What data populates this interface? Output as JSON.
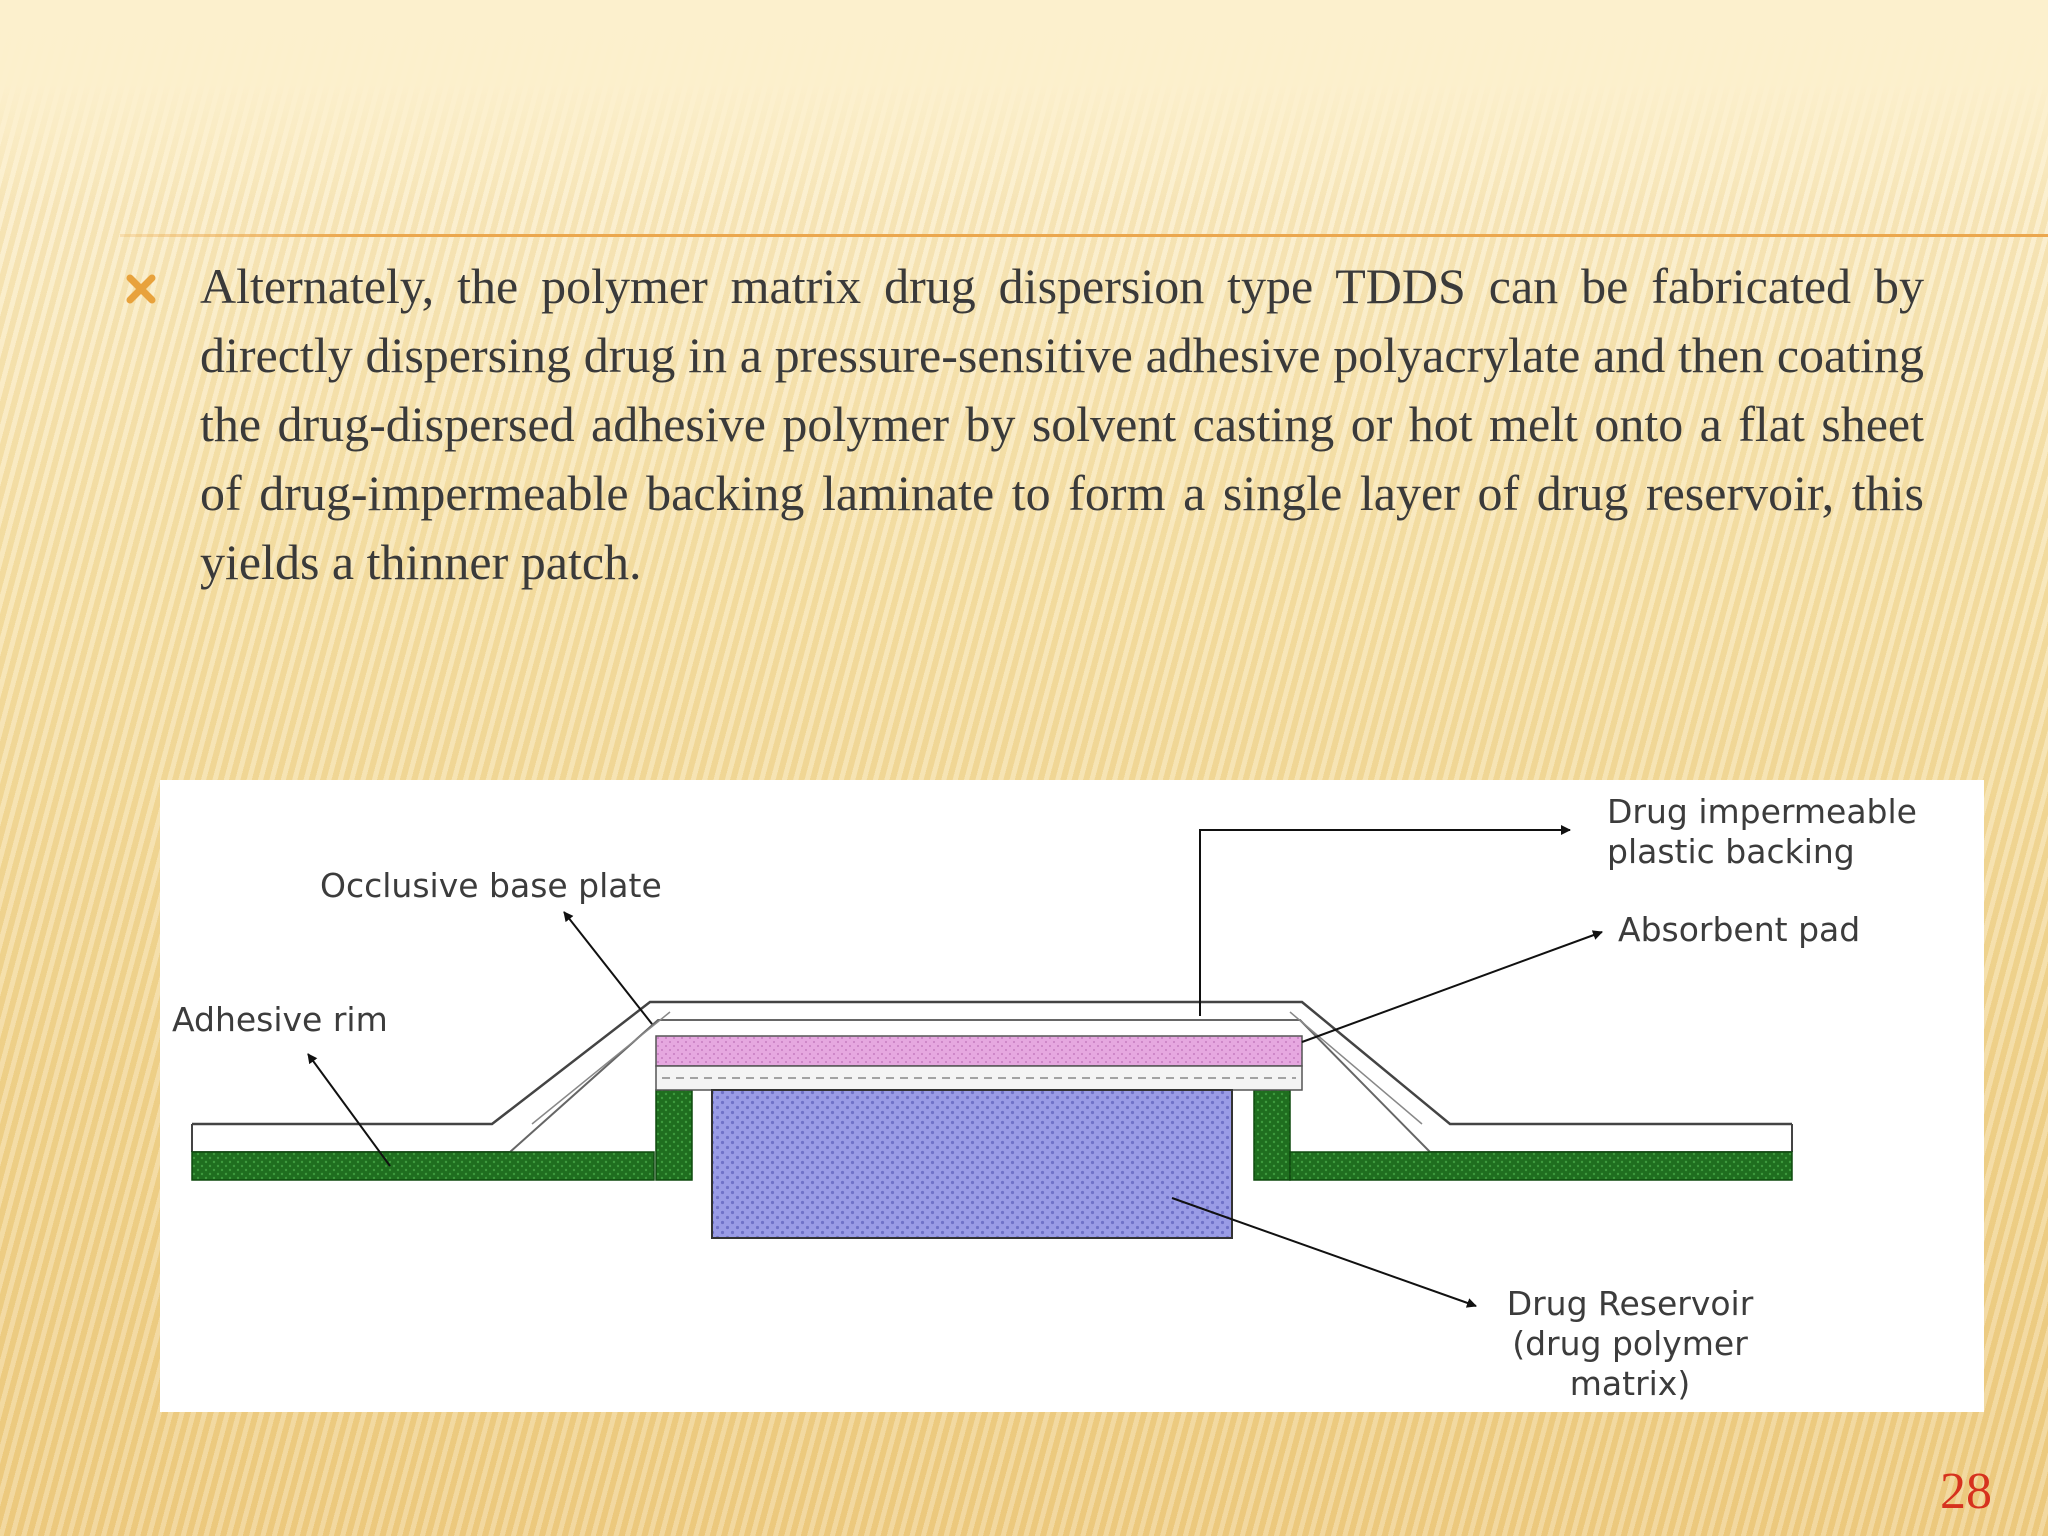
{
  "slide": {
    "bullet_icon": "x-mark-icon",
    "body_text": "Alternately, the polymer matrix drug dispersion type TDDS can be fabricated by directly dispersing drug in a pressure-sensitive adhesive polyacrylate and then coating the drug-dispersed adhesive polymer by solvent casting or hot melt onto a flat sheet of drug-impermeable backing laminate to form a single layer of drug reservoir, this yields a thinner patch.",
    "page_number": "28"
  },
  "diagram": {
    "labels": {
      "drug_impermeable_line1": "Drug impermeable",
      "drug_impermeable_line2": "plastic backing",
      "occlusive_base_plate": "Occlusive base plate",
      "absorbent_pad": "Absorbent pad",
      "adhesive_rim": "Adhesive rim",
      "drug_reservoir_line1": "Drug Reservoir",
      "drug_reservoir_line2": "(drug polymer",
      "drug_reservoir_line3": "matrix)"
    },
    "colors": {
      "adhesive": "#1f6e1f",
      "absorbent_pad": "#e6a8e0",
      "drug_reservoir": "#9a9ce6",
      "accent": "#eba74e",
      "bullet": "#e8a23c",
      "page_number": "#d6321e"
    }
  }
}
